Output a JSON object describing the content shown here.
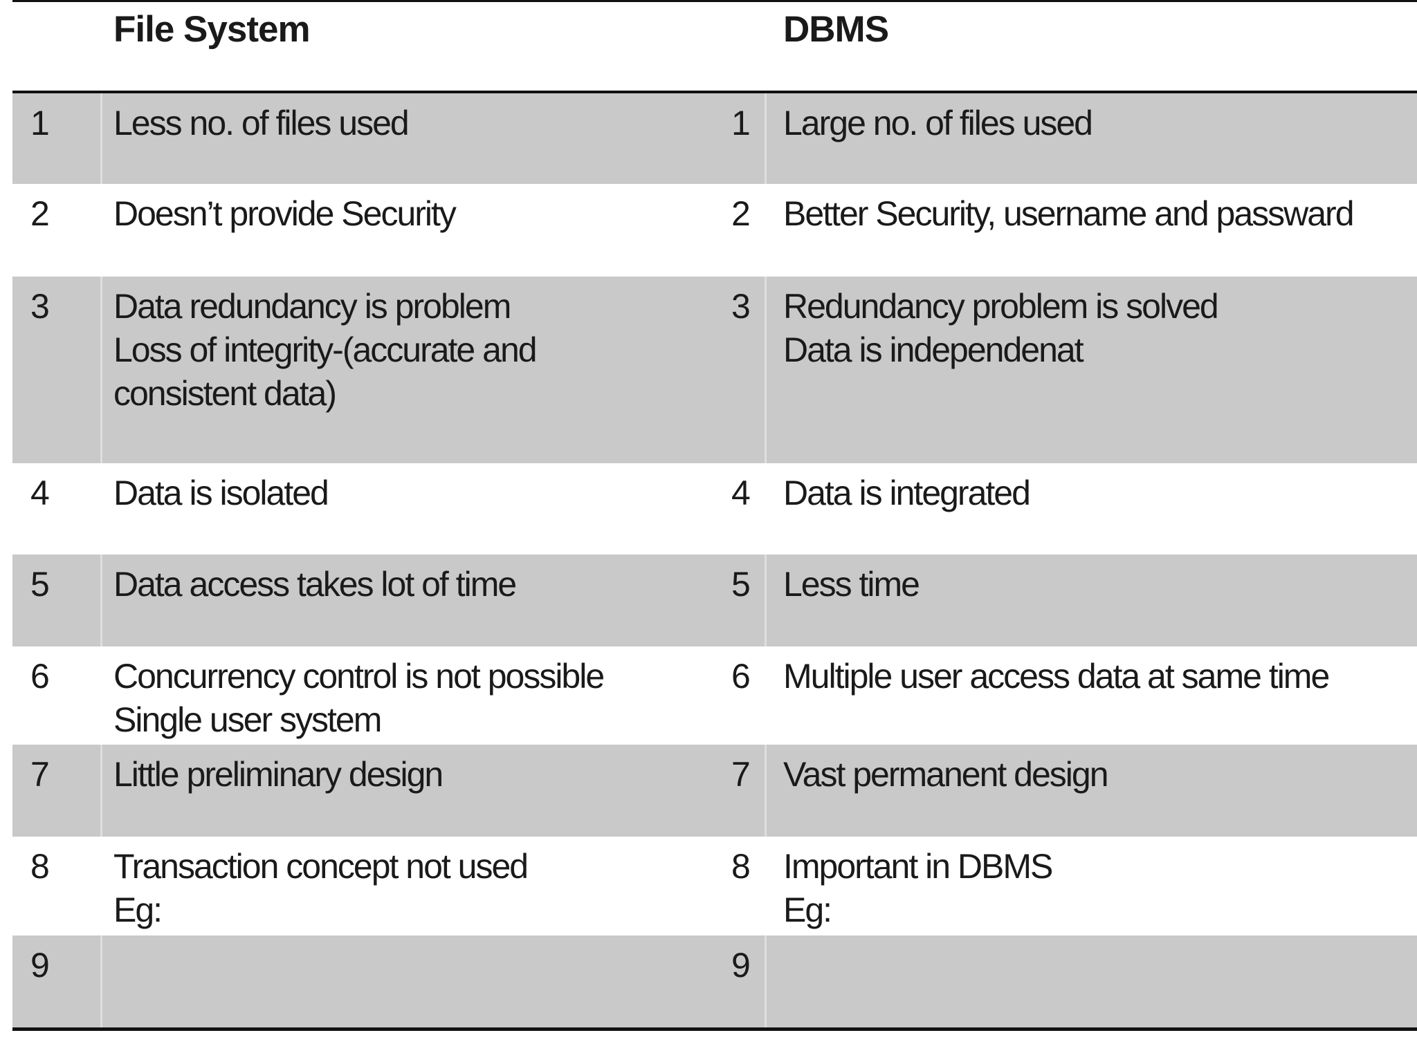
{
  "slide": {
    "headers": {
      "left": "File System",
      "right": "DBMS"
    },
    "rows": [
      {
        "num": "1",
        "shaded": true,
        "left": [
          "Less no. of files used"
        ],
        "right": [
          "Large no. of files used"
        ]
      },
      {
        "num": "2",
        "shaded": false,
        "left": [
          "Doesn’t provide Security"
        ],
        "right": [
          "Better Security, username and passward"
        ]
      },
      {
        "num": "3",
        "shaded": true,
        "left": [
          "Data redundancy is problem",
          "Loss of integrity-(accurate and",
          "consistent data)"
        ],
        "right": [
          "Redundancy problem is solved",
          "Data is independenat"
        ]
      },
      {
        "num": "4",
        "shaded": false,
        "left": [
          "Data is isolated"
        ],
        "right": [
          "Data is integrated"
        ]
      },
      {
        "num": "5",
        "shaded": true,
        "left": [
          "Data access takes lot of time"
        ],
        "right": [
          "Less time"
        ]
      },
      {
        "num": "6",
        "shaded": false,
        "left": [
          "Concurrency control is not possible",
          "Single user system"
        ],
        "right": [
          "Multiple user access data at same time"
        ]
      },
      {
        "num": "7",
        "shaded": true,
        "left": [
          "Little preliminary design"
        ],
        "right": [
          "Vast permanent design"
        ]
      },
      {
        "num": "8",
        "shaded": false,
        "left": [
          "Transaction concept not used",
          "Eg:"
        ],
        "right": [
          "Important in DBMS",
          "Eg:"
        ]
      },
      {
        "num": "9",
        "shaded": true,
        "left": [],
        "right": []
      }
    ],
    "colors": {
      "background": "#ffffff",
      "row_shade": "#c9c9c9",
      "border": "#111111",
      "divider": "#dedede",
      "text": "#1a1a1a"
    }
  }
}
